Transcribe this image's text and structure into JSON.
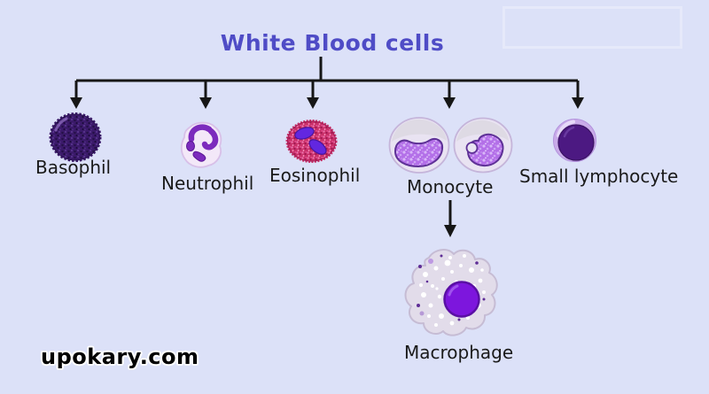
{
  "title": {
    "text": "White Blood cells"
  },
  "nodes": [
    {
      "id": "basophil",
      "label": "Basophil"
    },
    {
      "id": "neutrophil",
      "label": "Neutrophil"
    },
    {
      "id": "eosinophil",
      "label": "Eosinophil"
    },
    {
      "id": "monocyte",
      "label": "Monocyte"
    },
    {
      "id": "small-lymphocyte",
      "label": "Small lymphocyte"
    },
    {
      "id": "macrophage",
      "label": "Macrophage"
    }
  ],
  "relations": [
    {
      "parent": "White Blood cells",
      "children": [
        "Basophil",
        "Neutrophil",
        "Eosinophil",
        "Monocyte",
        "Small lymphocyte"
      ]
    },
    {
      "parent": "Monocyte",
      "children": [
        "Macrophage"
      ]
    }
  ],
  "watermark": {
    "text": "upokary.com"
  },
  "colors": {
    "background": "#dce1f8",
    "title": "#4f4cc6",
    "connector": "#161616",
    "label": "#1a1a1a",
    "basophil_body": "#3b1a6a",
    "neutrophil_cytoplasm": "#f3e8f8",
    "neutrophil_nucleus": "#7c2bbd",
    "eosinophil_body": "#c93069",
    "eosinophil_nucleus": "#6227e0",
    "monocyte_cytoplasm": "#e9e3f2",
    "monocyte_nucleus": "#b36fe8",
    "lymphocyte_halo": "#c9abe9",
    "lymphocyte_nucleus": "#4c1982",
    "macrophage_cytoplasm": "#e2dcea",
    "macrophage_nucleus": "#7d16dd",
    "watermark": "#000000"
  }
}
